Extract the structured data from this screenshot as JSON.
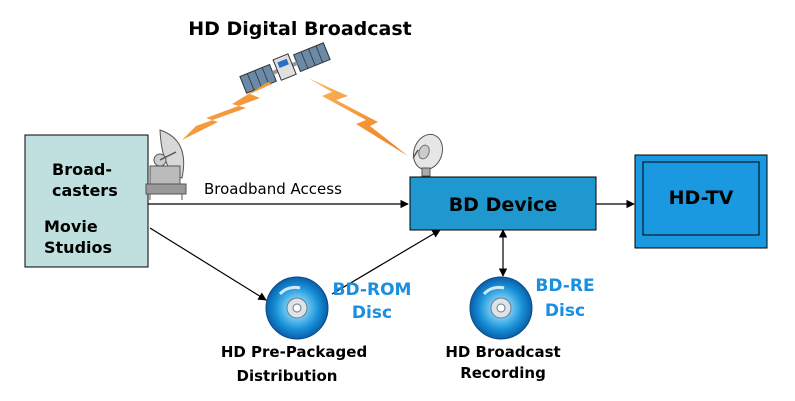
{
  "title": "HD Digital Broadcast",
  "source": {
    "line1": "Broad-",
    "line2": "casters",
    "line3": "Movie",
    "line4": "Studios"
  },
  "broadband_label": "Broadband Access",
  "device_label": "BD Device",
  "tv_label": "HD-TV",
  "bdrom": {
    "line1": "BD-ROM",
    "line2": "Disc",
    "caption1": "HD Pre-Packaged",
    "caption2": "Distribution"
  },
  "bdre": {
    "line1": "BD-RE",
    "line2": "Disc",
    "caption1": "HD Broadcast",
    "caption2": "Recording"
  },
  "colors": {
    "source_fill": "#c0e0e0",
    "device_fill": "#1f98d0",
    "tv_fill": "#1a98e0",
    "disc_text": "#1a8fe0",
    "lightning": "#f49a38"
  }
}
